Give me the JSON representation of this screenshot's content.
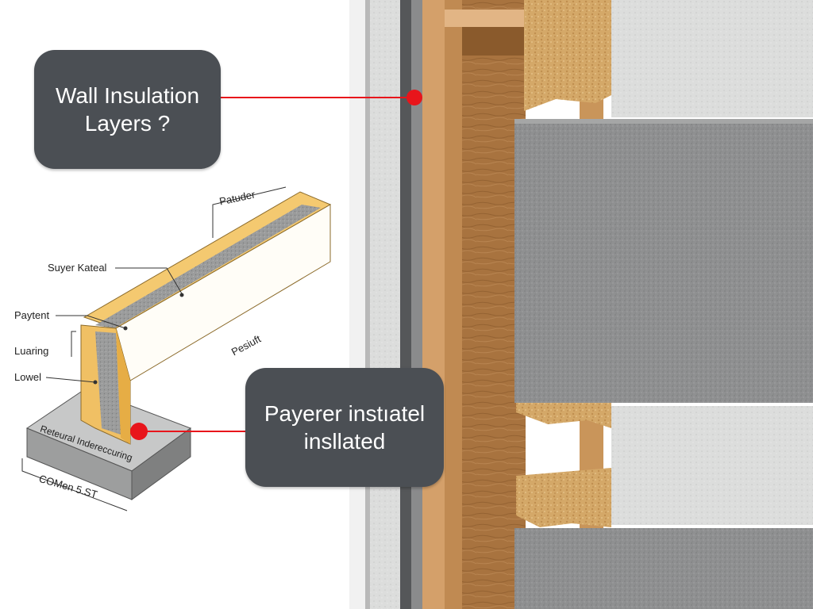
{
  "callouts": {
    "top": {
      "line1": "Wall Insulation",
      "line2": "Layers ?"
    },
    "bottom": {
      "line1": "Payerer instıatel",
      "line2": "insllated"
    }
  },
  "diagram": {
    "labels": {
      "pattuder": "Patuder",
      "suyer_kateal": "Suyer Kateal",
      "paytent": "Paytent",
      "luaring": "Luaring",
      "lowel": "Lowel",
      "pestuft": "Pesiuft",
      "base": "Reteural Indereccuring",
      "dimension": "COMen 5.ST"
    }
  },
  "colors": {
    "callout_bg": "#4b4f54",
    "pointer_red": "#e8151b",
    "wood": "#c9955a",
    "insulation": "#d9b06c",
    "concrete": "#8e8f90",
    "light_stone": "#d8d9d8"
  }
}
